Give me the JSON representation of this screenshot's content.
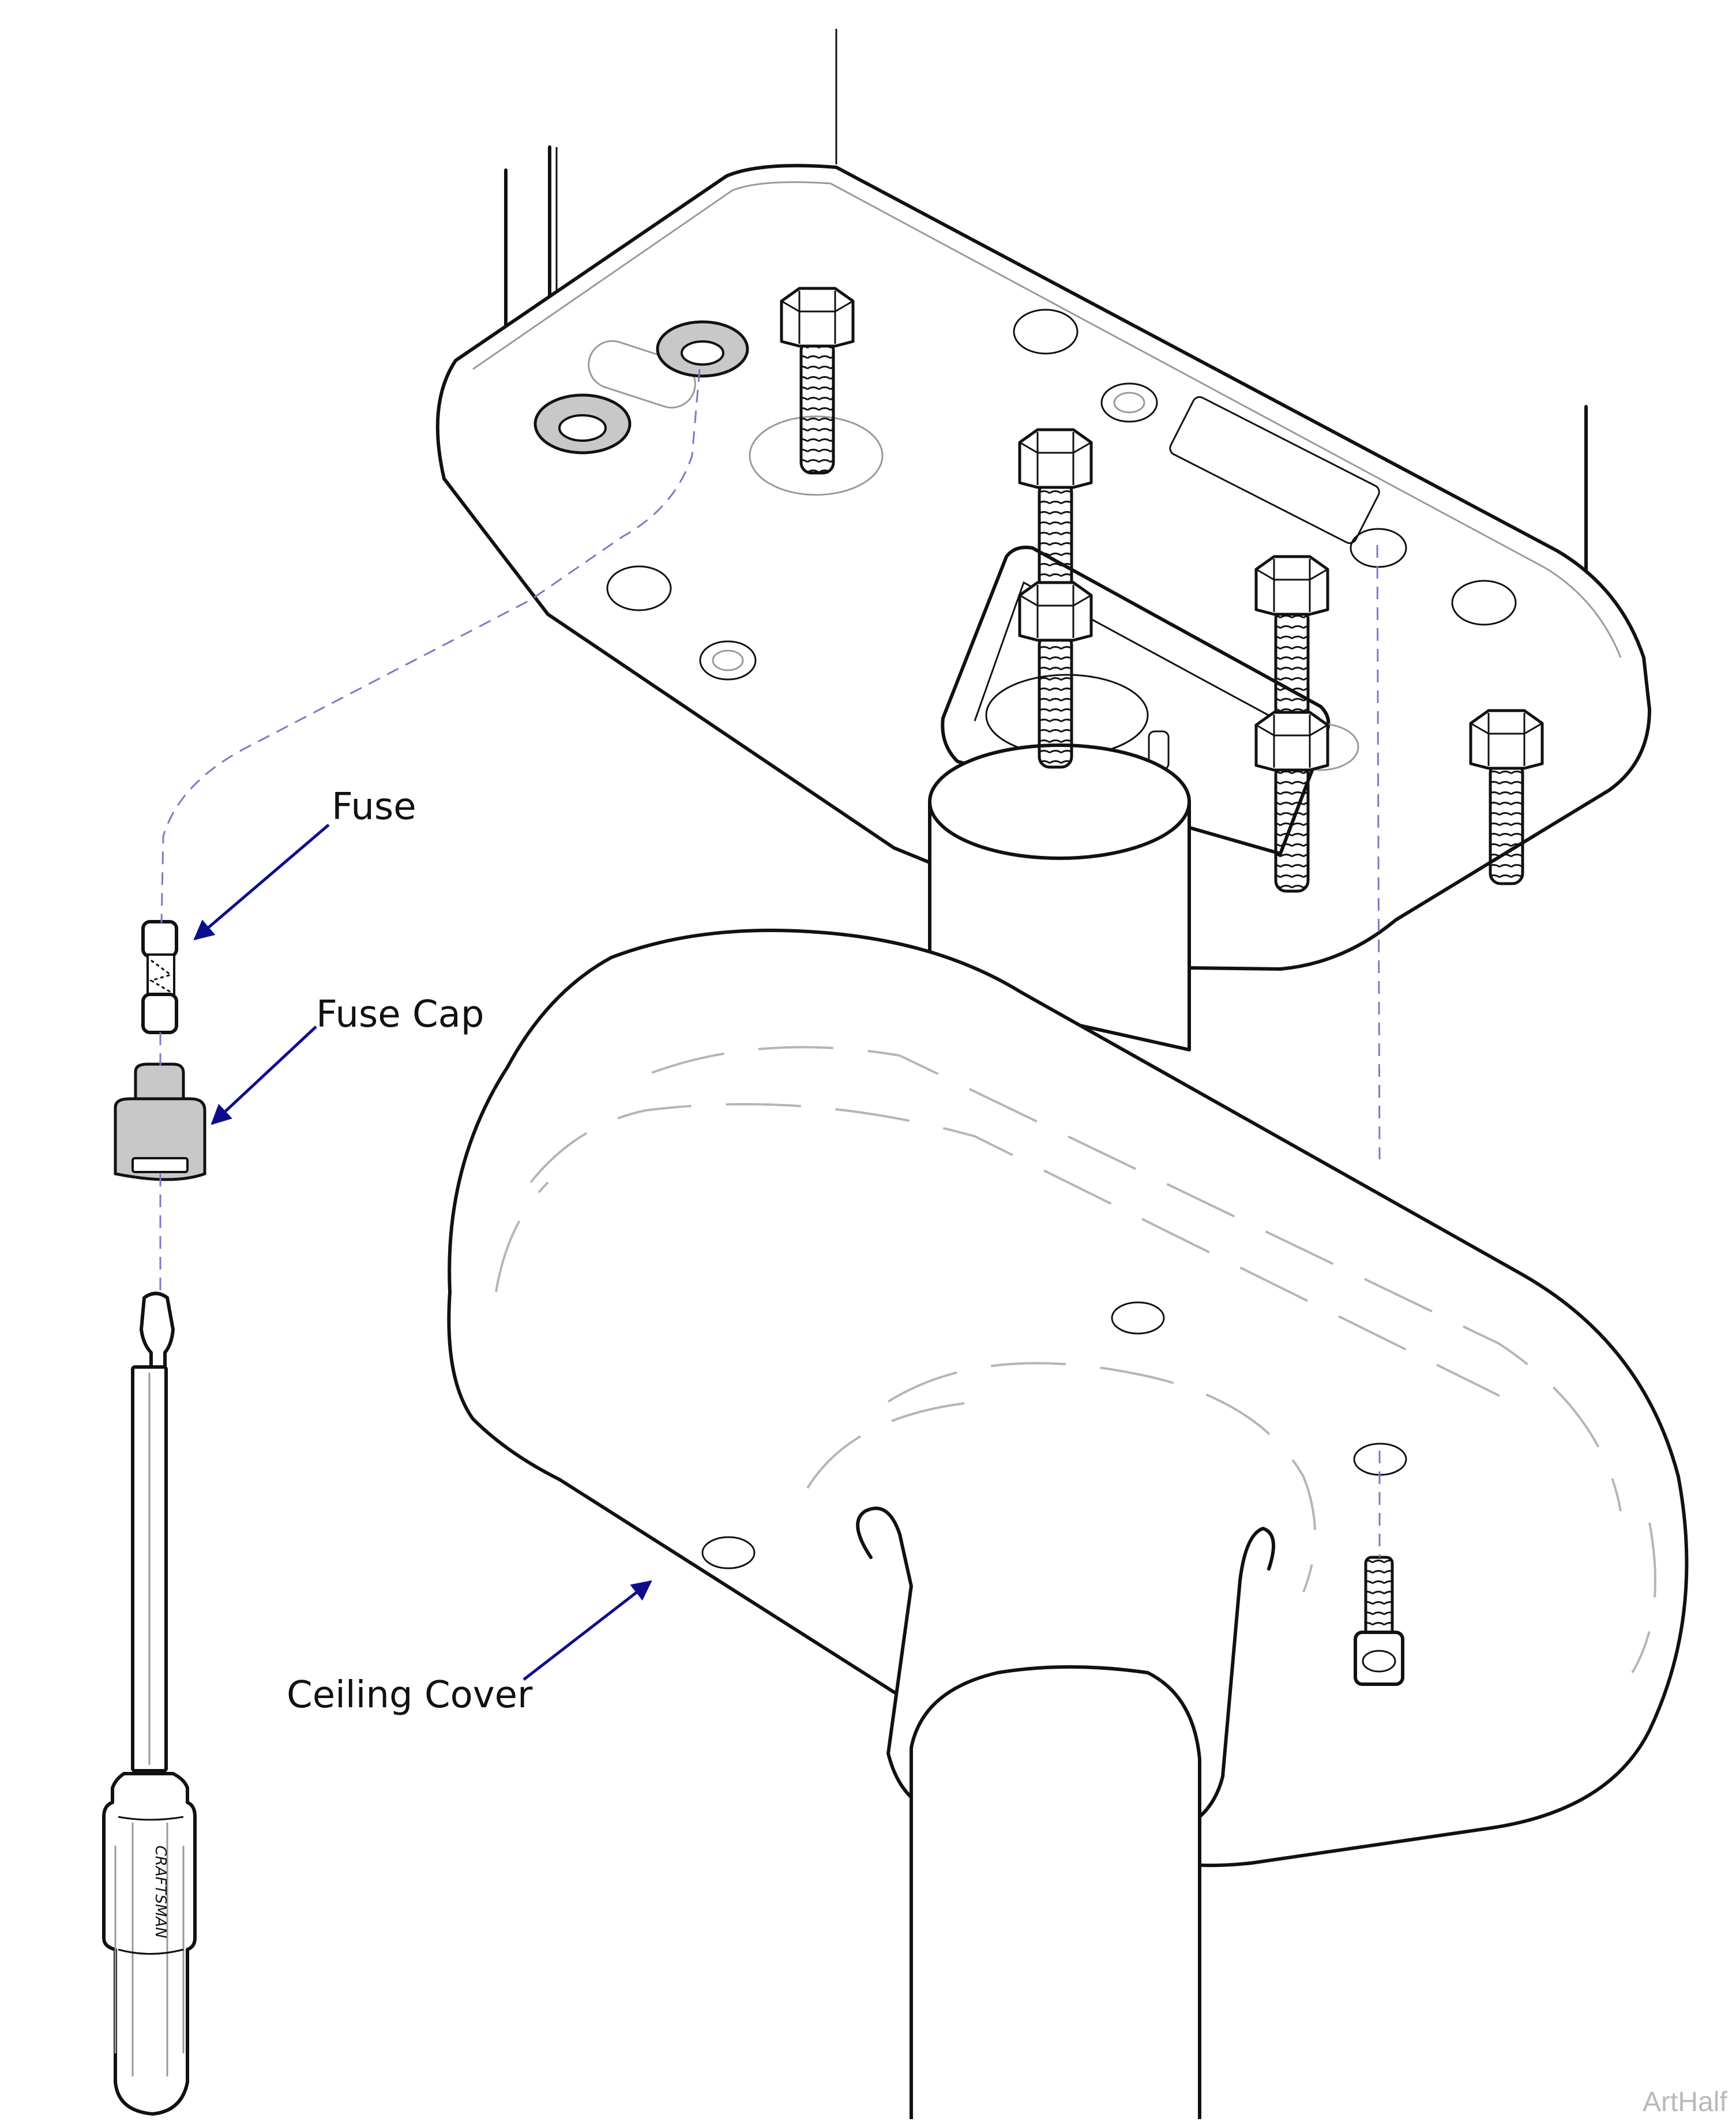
{
  "labels": {
    "fuse": "Fuse",
    "fuse_cap": "Fuse Cap",
    "ceiling_cover": "Ceiling Cover"
  },
  "screwdriver_brand": "CRAFTSMAN",
  "watermark": "ArtHalf",
  "colors": {
    "arrow": "#0d0d8c",
    "leader_dash": "#7a7ac8",
    "outline": "#111111",
    "gray_fill": "#c8c8c8",
    "faint_line": "#b5b5b5"
  }
}
